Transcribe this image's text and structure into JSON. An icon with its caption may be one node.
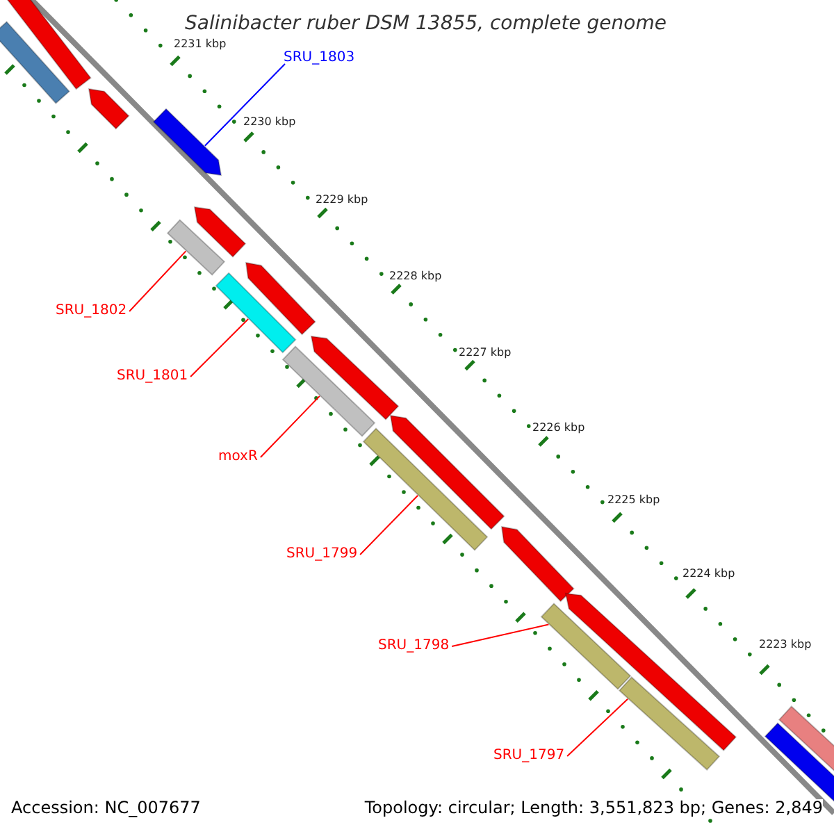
{
  "diagram": {
    "title": "Salinibacter ruber DSM 13855, complete genome",
    "nodes": [
      {
        "text": [
          "SRU_1803"
        ]
      },
      {
        "text": [
          "SRU_1802"
        ]
      },
      {
        "text": [
          "SRU_1801"
        ]
      },
      {
        "text": [
          "moxR"
        ]
      },
      {
        "text": [
          "SRU_1799"
        ]
      },
      {
        "text": [
          "SRU_1798"
        ]
      },
      {
        "text": [
          "SRU_1797"
        ]
      },
      {
        "text": [],
        "shape": "bar"
      },
      {
        "text": [],
        "shape": "bar"
      },
      {
        "text": [],
        "shape": "bar"
      },
      {
        "text": [],
        "shape": "bar"
      },
      {
        "text": [],
        "shape": "bar"
      },
      {
        "text": [],
        "shape": "bar"
      },
      {
        "text": [],
        "shape": "bar"
      },
      {
        "text": [],
        "shape": "bar"
      },
      {
        "text": [],
        "shape": "bar"
      },
      {
        "text": [],
        "shape": "bar"
      },
      {
        "text": [],
        "shape": "bar"
      },
      {
        "text": [],
        "shape": "bar"
      },
      {
        "text": [],
        "shape": "bar"
      },
      {
        "text": [],
        "shape": "bar"
      },
      {
        "text": [],
        "shape": "bar"
      },
      {
        "text": [],
        "shape": "bar"
      },
      {
        "text": [],
        "shape": "bar"
      },
      {
        "text": [],
        "shape": "bar"
      }
    ],
    "edges": [
      {
        "from": 0,
        "to": 7,
        "arrow": "none",
        "color": "#0000ff"
      },
      {
        "from": 1,
        "to": 8,
        "arrow": "none"
      },
      {
        "from": 2,
        "to": 9,
        "arrow": "none"
      },
      {
        "from": 3,
        "to": 10,
        "arrow": "none"
      },
      {
        "from": 4,
        "to": 11,
        "arrow": "none"
      },
      {
        "from": 5,
        "to": 12,
        "arrow": "none"
      },
      {
        "from": 6,
        "to": 13,
        "arrow": "none"
      }
    ],
    "labels": [
      "2231 kbp",
      "2230 kbp",
      "2229 kbp",
      "2228 kbp",
      "2227 kbp",
      "2226 kbp",
      "2225 kbp",
      "2224 kbp",
      "2223 kbp",
      "Accession: NC_007677",
      "Topology: circular; Length: 3,551,823 bp; Genes: 2,849"
    ]
  }
}
